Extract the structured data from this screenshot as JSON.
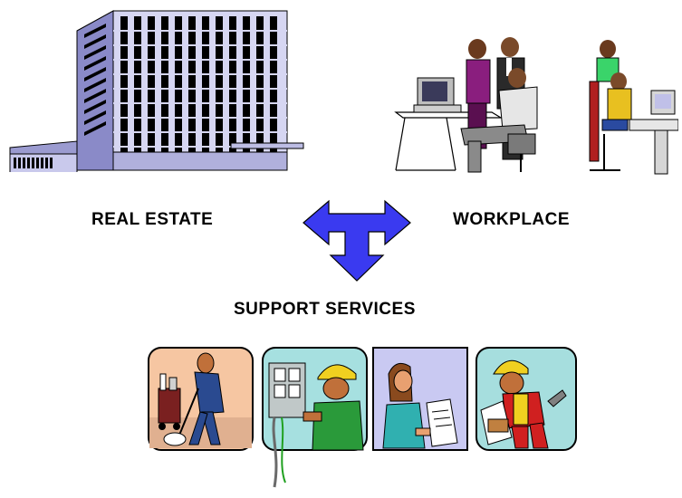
{
  "labels": {
    "real_estate": "REAL ESTATE",
    "workplace": "WORKPLACE",
    "support_services": "SUPPORT SERVICES"
  },
  "colors": {
    "arrow": "#3a3af0",
    "arrow_outline": "#000000",
    "building_facade": "#c9c9ec",
    "building_windows": "#000000",
    "panel_cleaner_bg": "#f6c6a2",
    "panel_electrician_bg": "#a6e0e0",
    "panel_office_bg": "#c9c9f2",
    "panel_construction_bg": "#a6dede"
  },
  "icons": {
    "building": "office-building-illustration",
    "office_workers": "people-at-computers-illustration",
    "arrow": "three-way-arrow-icon",
    "cleaner": "janitor-illustration",
    "electrician": "electrician-illustration",
    "office_worker": "office-clerk-illustration",
    "construction_worker": "construction-worker-illustration"
  }
}
